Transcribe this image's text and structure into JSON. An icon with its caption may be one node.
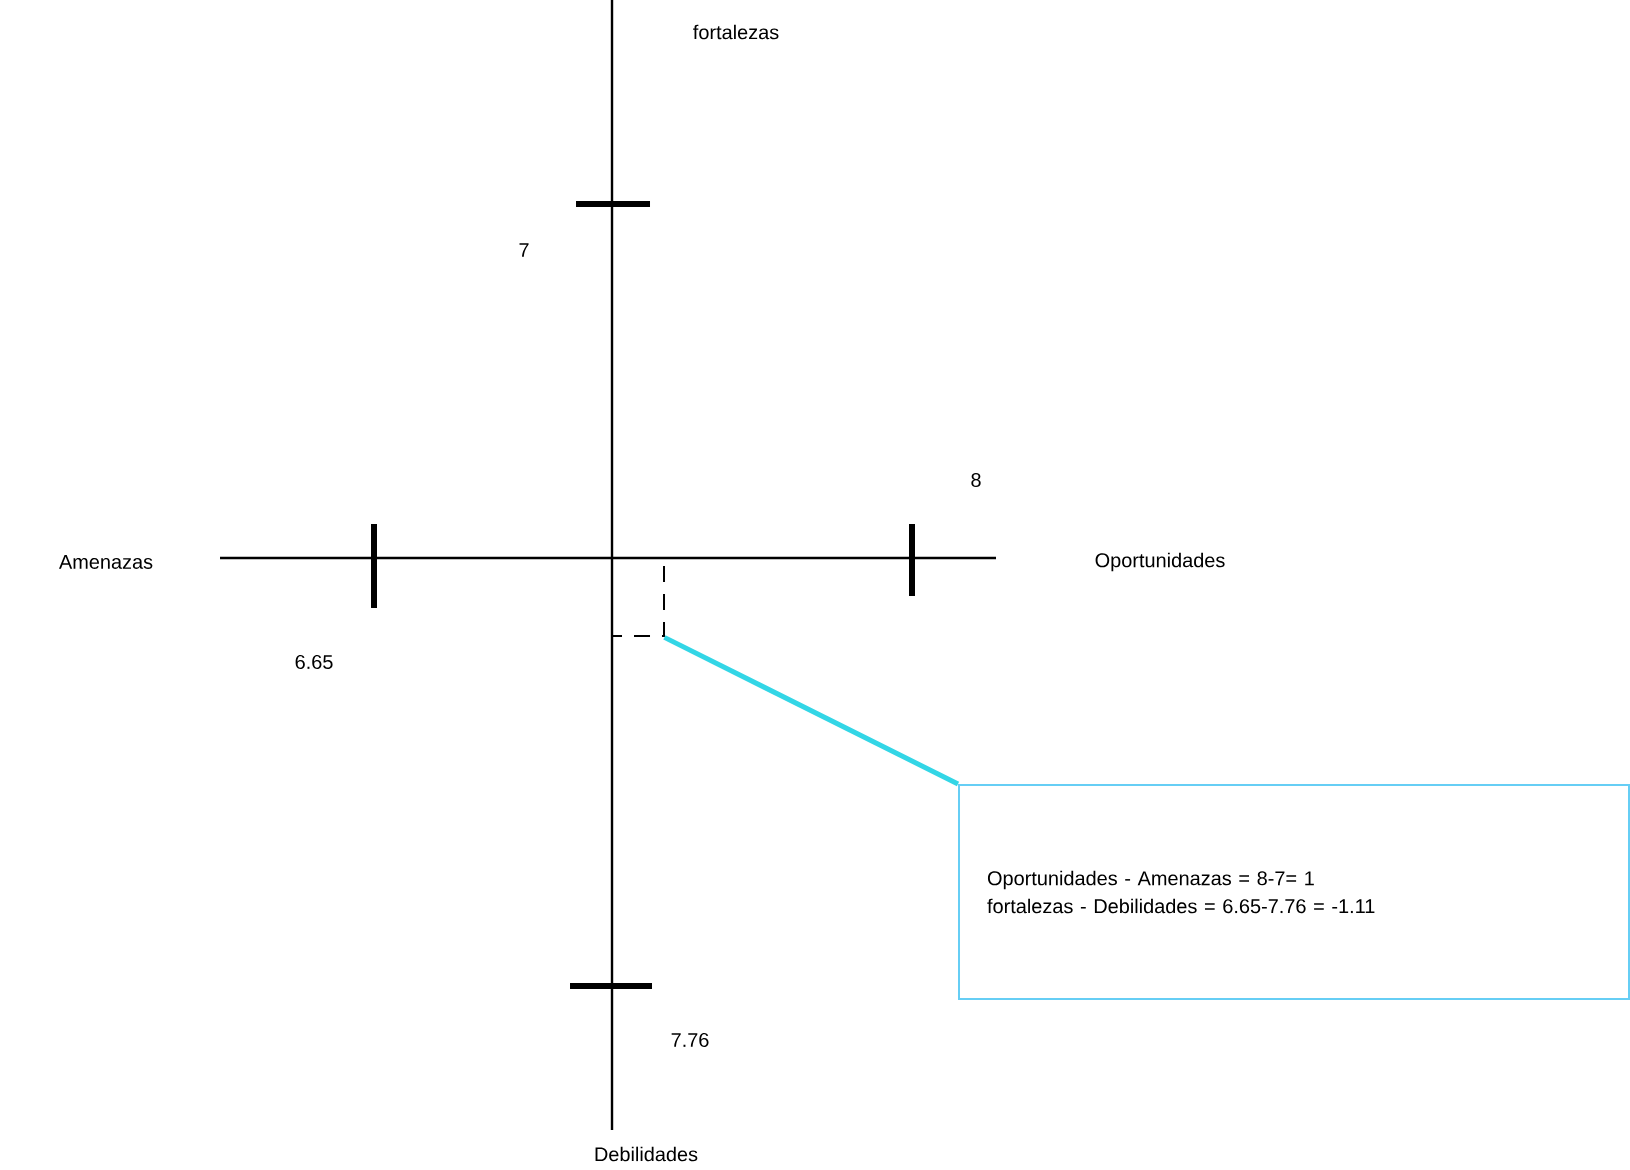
{
  "diagram": {
    "nodes": [
      {
        "text": [],
        "shape": "box"
      },
      {
        "text": [
          "Oportunidades - Amenazas = 8-7= 1",
          "fortalezas - Debilidades = 6.65-7.76 = -1.11"
        ]
      }
    ],
    "edges": [
      {
        "from": 0,
        "to": 1,
        "arrow": "none",
        "color": "#33d6e6"
      }
    ],
    "labels": [
      "fortalezas",
      "7",
      "8",
      "Amenazas",
      "Oportunidades",
      "6.65",
      "7.76",
      "Debilidades"
    ]
  }
}
